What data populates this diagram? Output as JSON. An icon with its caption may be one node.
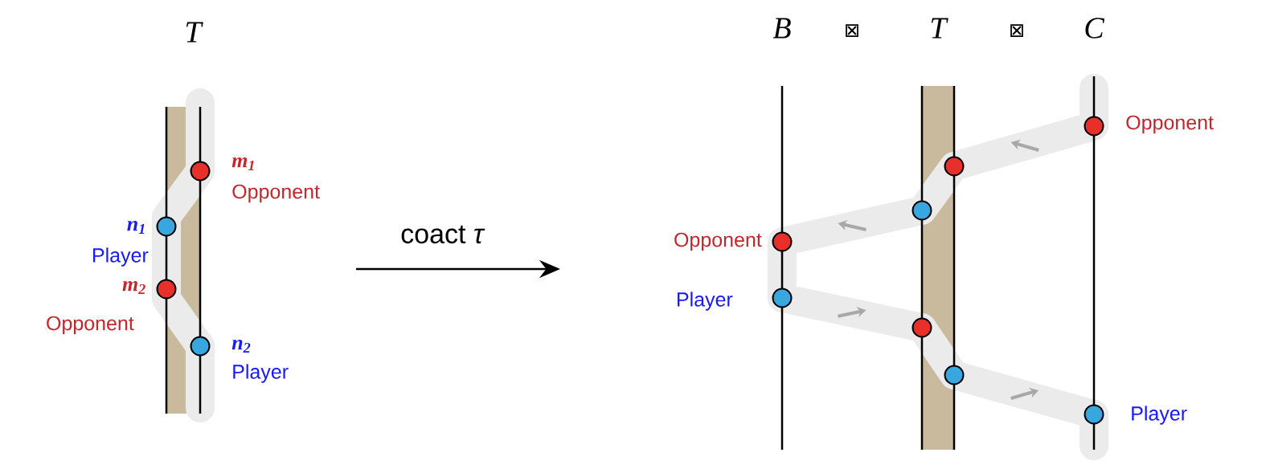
{
  "diagram": {
    "labels": [
      "T",
      "B",
      "⊠",
      "T",
      "⊠",
      "C",
      "Opponent",
      "m$_{1}$",
      "Opponent",
      "n$_{1}$",
      "Opponent",
      "Player",
      "coact *τ*",
      "m$_{2}$",
      "Player",
      "Opponent",
      "n$_{2}$",
      "Player",
      "Player"
    ]
  }
}
